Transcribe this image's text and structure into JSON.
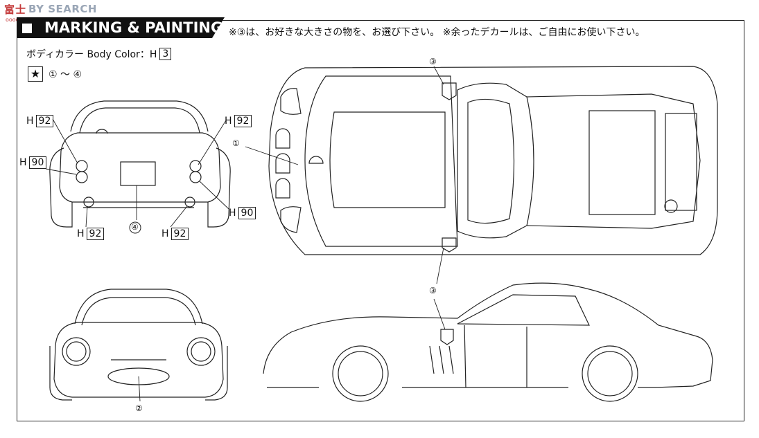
{
  "watermark": {
    "logo": "富士",
    "site": "BY SEARCH",
    "sub": "ooooo.hobby.com"
  },
  "header": {
    "title": "MARKING & PAINTING"
  },
  "note": "※③は、お好きな大きさの物を、お選び下さい。 ※余ったデカールは、ご自由にお使い下さい。",
  "body_color": {
    "label": "ボディカラー Body Color：H",
    "code": "3"
  },
  "decals": {
    "star": "★",
    "range": "① ～ ④"
  },
  "paint_labels": [
    {
      "id": "h92-rear-left",
      "prefix": "H",
      "code": "92"
    },
    {
      "id": "h92-rear-right",
      "prefix": "H",
      "code": "92"
    },
    {
      "id": "h90-rear-left",
      "prefix": "H",
      "code": "90"
    },
    {
      "id": "h90-rear-right",
      "prefix": "H",
      "code": "90"
    },
    {
      "id": "h92-exhaust-left",
      "prefix": "H",
      "code": "92"
    },
    {
      "id": "h92-exhaust-right",
      "prefix": "H",
      "code": "92"
    }
  ],
  "callouts": {
    "c1": "①",
    "c2": "②",
    "c3": "③",
    "c4": "④"
  }
}
